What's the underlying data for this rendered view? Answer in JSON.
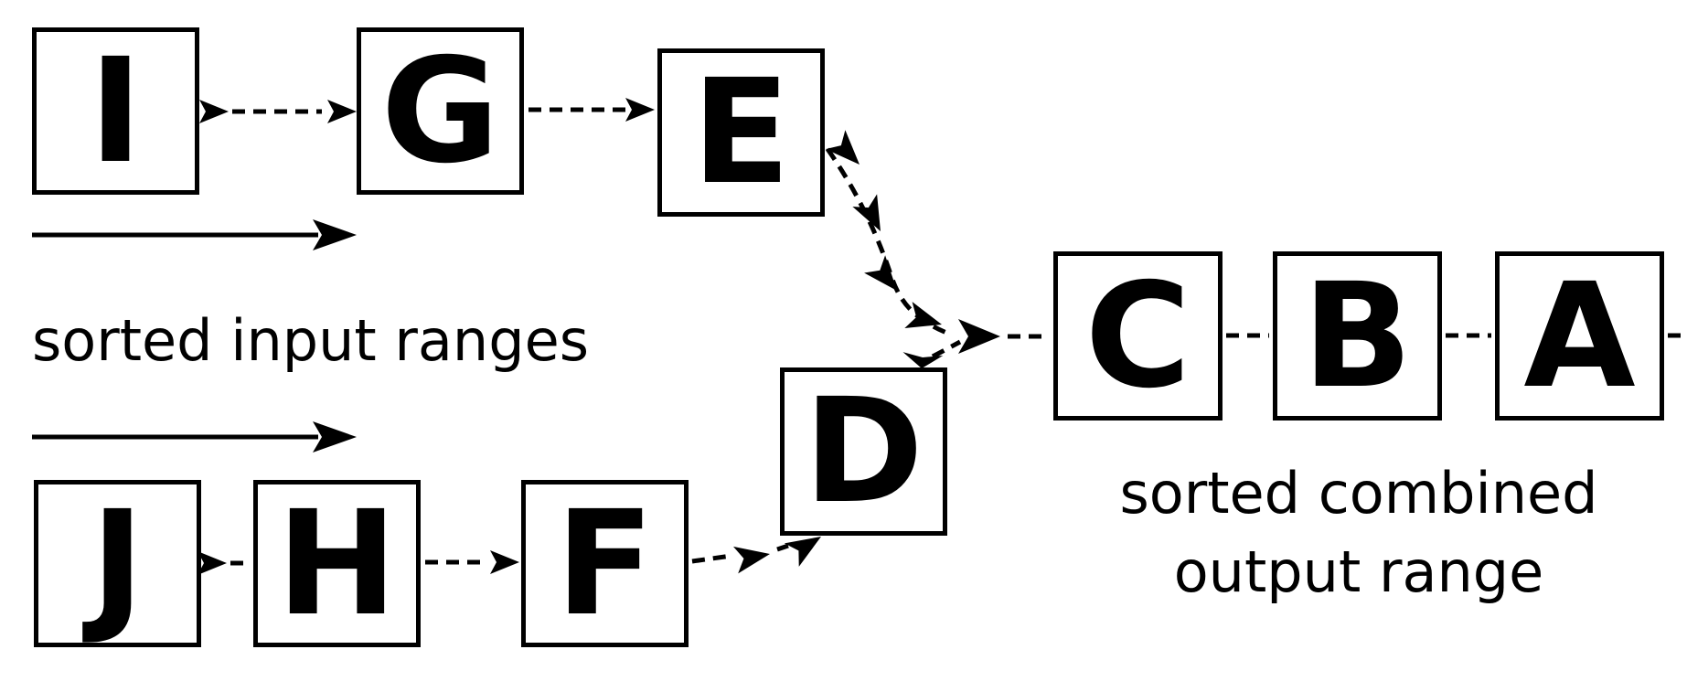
{
  "nodes": {
    "i": "I",
    "g": "G",
    "e": "E",
    "j": "J",
    "h": "H",
    "f": "F",
    "d": "D",
    "c": "C",
    "b": "B",
    "a": "A"
  },
  "captions": {
    "inputs": "sorted input ranges",
    "output_line1": "sorted combined",
    "output_line2": "output range"
  },
  "colors": {
    "ink": "#000000",
    "background": "#ffffff"
  }
}
